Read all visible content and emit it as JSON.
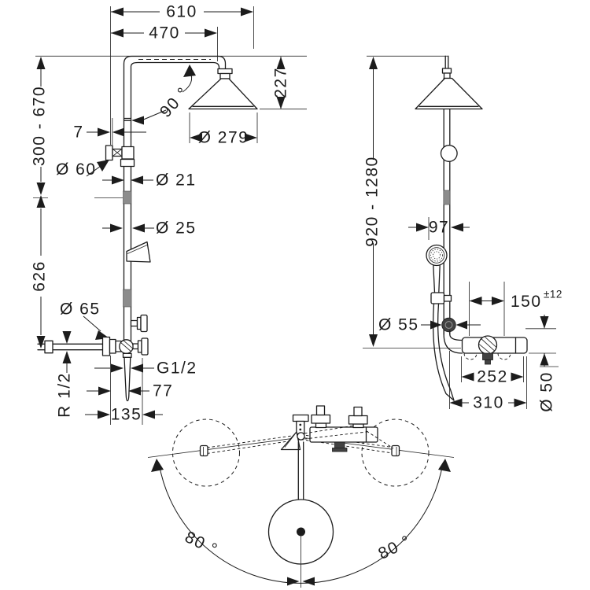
{
  "front_view": {
    "dim_width_total": "610",
    "dim_width_arm": "470",
    "dim_head_height": "227",
    "angle_arm": "90 °",
    "dim_offset": "7",
    "dim_height_adjust": "300 - 670",
    "dim_escutcheon_upper": "Ø 60",
    "dim_pipe_upper": "Ø 21",
    "dim_pipe_lower": "Ø 25",
    "dim_height_lower": "626",
    "dim_escutcheon_valve": "Ø 65",
    "dim_thread": "G1/2",
    "dim_wand_offset": "77",
    "dim_thread_wall": "R 1/2",
    "dim_valve_depth": "135",
    "dim_head_diameter": "Ø 279"
  },
  "side_view": {
    "dim_height_range": "920 - 1280",
    "dim_handshower_offset": "97",
    "dim_knob": "Ø 55",
    "dim_connection_spacing": "150",
    "dim_connection_tolerance": "±12",
    "dim_body_width": "252",
    "dim_total_width": "310",
    "dim_body_diameter": "Ø 50"
  },
  "top_view": {
    "angle_swivel_left": "80 °",
    "angle_swivel_right": "80 °"
  }
}
